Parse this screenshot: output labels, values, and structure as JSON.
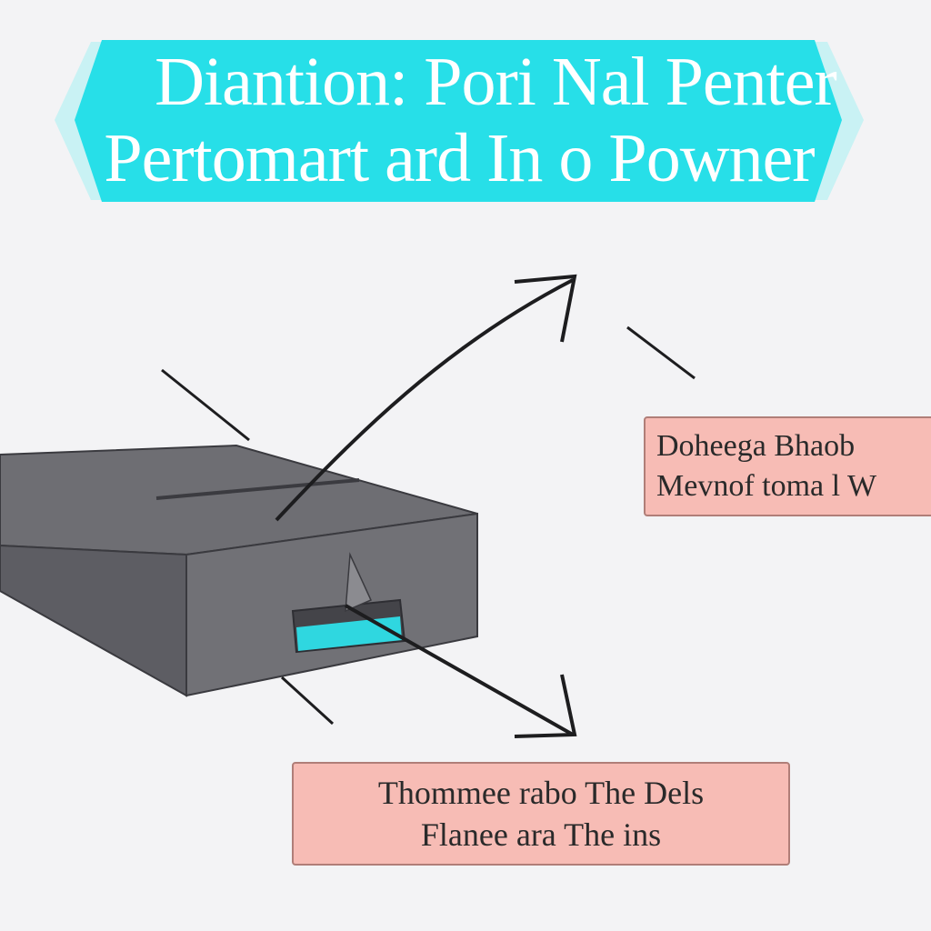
{
  "banner": {
    "line1": "Diantion: Pori Nal Penter",
    "line2": "Pertomart ard In o Powner",
    "colors": {
      "fill": "#27dfe8",
      "edge": "#c9f2f4",
      "text": "#ffffff"
    }
  },
  "callouts": {
    "right": {
      "line1": "Doheega  Bhaob",
      "line2": "Mevnof  toma l W"
    },
    "bottom": {
      "line1": "Thommee rabo The Dels",
      "line2": "Flanee ara The ins"
    },
    "colors": {
      "fill": "#f7bcb5",
      "border": "#b07e78"
    }
  },
  "device": {
    "colors": {
      "top": "#6e6e73",
      "side": "#5d5d63",
      "front": "#717176",
      "port": "#2fd7e0"
    }
  }
}
